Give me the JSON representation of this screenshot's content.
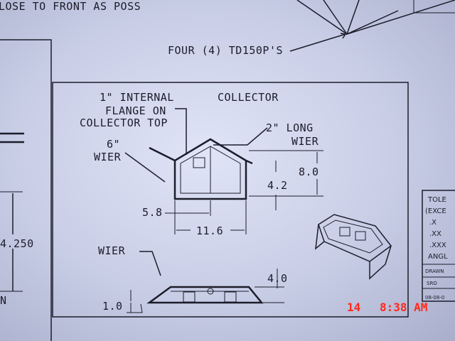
{
  "header_note": "LOSE TO FRONT AS POSS",
  "top_callout": "FOUR (4) TD150P'S",
  "detail": {
    "title": "COLLECTOR",
    "flange_note": [
      "1\" INTERNAL",
      "FLANGE ON",
      "COLLECTOR TOP"
    ],
    "long_wier_note": [
      "2\" LONG",
      "WIER"
    ],
    "six_wier_note": [
      "6\"",
      "WIER"
    ],
    "wier_label": "WIER",
    "dims": {
      "height_total": "8.0",
      "height_inner": "4.2",
      "half_width": "5.8",
      "width": "11.6",
      "side_height": "4.0",
      "base": "1.0"
    }
  },
  "left_panel": {
    "dim_value": "4.250",
    "bottom_text": "N"
  },
  "title_block": {
    "tolerance_head": "TOLE",
    "except_head": "(EXCE",
    "rows": [
      ".X",
      ".XX",
      ".XXX",
      "ANGL"
    ],
    "drawn_label": "DRAWN",
    "initials": "SRO",
    "date": "08-08-0"
  },
  "timestamp": {
    "day": "14",
    "time": "8:38 AM"
  }
}
